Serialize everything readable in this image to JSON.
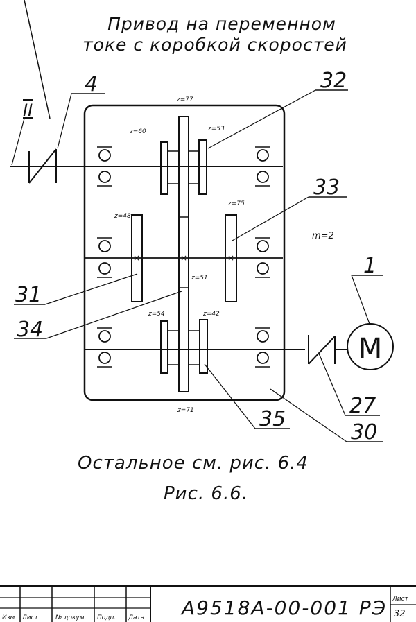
{
  "title": {
    "line1": "Привод на переменном",
    "line2": "токе с коробкой скоростей"
  },
  "module_label": "m=2",
  "gear_teeth": {
    "top_center": "z=77",
    "top_left": "z=60",
    "top_right": "z=53",
    "mid_left": "z=48",
    "mid_right": "z=75",
    "mid_center": "z=51",
    "bottom_left": "z=54",
    "bottom_right": "z=42",
    "bottom_center": "z=71"
  },
  "callouts": {
    "shaft_II": "II",
    "item_4": "4",
    "item_32": "32",
    "item_33": "33",
    "item_31": "31",
    "item_34": "34",
    "item_1": "1",
    "item_27": "27",
    "item_35": "35",
    "item_30": "30"
  },
  "motor_symbol": "M",
  "caption": {
    "line1": "Остальное см. рис. 6.4",
    "line2": "Рис. 6.6."
  },
  "title_block": {
    "columns": [
      "Изм",
      "Лист",
      "№ докум.",
      "Подп.",
      "Дата"
    ],
    "document_code": "А9518А-00-001 РЭ",
    "sheet_label": "Лист",
    "sheet_number": "32"
  }
}
